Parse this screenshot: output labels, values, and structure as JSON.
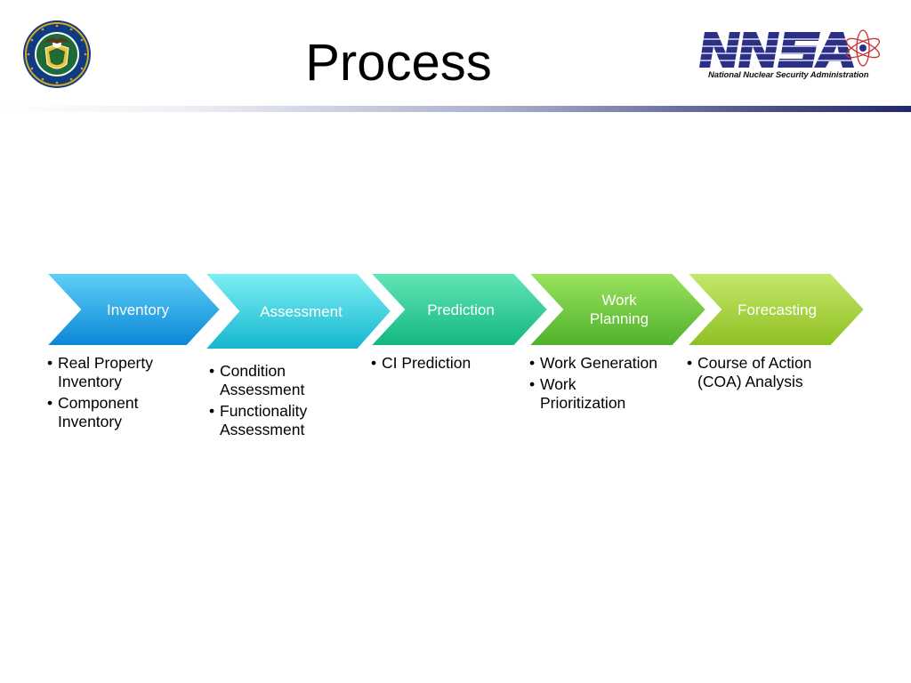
{
  "slide": {
    "title": "Process"
  },
  "logo": {
    "tagline": "National Nuclear Security Administration",
    "wordmark": "NNSA"
  },
  "steps": [
    {
      "label": "Inventory",
      "color_top": "#5fd0f7",
      "color_bottom": "#0a86d6",
      "bullets": [
        "Real Property Inventory",
        "Component Inventory"
      ]
    },
    {
      "label": "Assessment",
      "color_top": "#7ef0f2",
      "color_bottom": "#13b6cf",
      "bullets": [
        "Condition Assessment",
        "Functionality Assessment"
      ]
    },
    {
      "label": "Prediction",
      "color_top": "#62e6b6",
      "color_bottom": "#13b67f",
      "bullets": [
        "CI Prediction"
      ]
    },
    {
      "label": "Work Planning",
      "color_top": "#9be35e",
      "color_bottom": "#4fb12a",
      "bullets": [
        "Work Generation",
        "Work Prioritization"
      ]
    },
    {
      "label": "Forecasting",
      "color_top": "#c4e86a",
      "color_bottom": "#8fbf24",
      "bullets": [
        "Course of Action (COA) Analysis"
      ]
    }
  ],
  "colors": {
    "rule_dark": "#23276b",
    "nnsa_blue": "#2c2f86",
    "seal_blue": "#0f3b7f",
    "seal_gold": "#d4a62a"
  }
}
